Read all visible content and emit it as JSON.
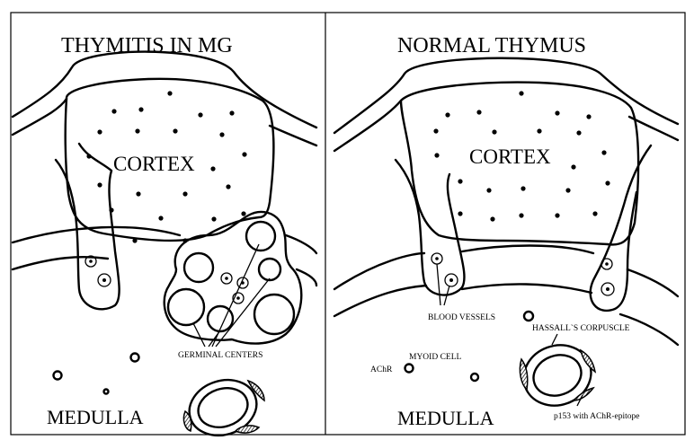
{
  "left": {
    "title": "THYMITIS IN MG",
    "cortex": "CORTEX",
    "medulla": "MEDULLA",
    "germinal_centers": "GERMINAL CENTERS"
  },
  "right": {
    "title": "NORMAL THYMUS",
    "cortex": "CORTEX",
    "medulla": "MEDULLA",
    "blood_vessels": "BLOOD VESSELS",
    "hassalls_corpuscle": "HASSALL`S CORPUSCLE",
    "myoid_cell": "MYOID CELL",
    "achr": "AChR",
    "epitope": "p153 with AChR-epitope"
  }
}
